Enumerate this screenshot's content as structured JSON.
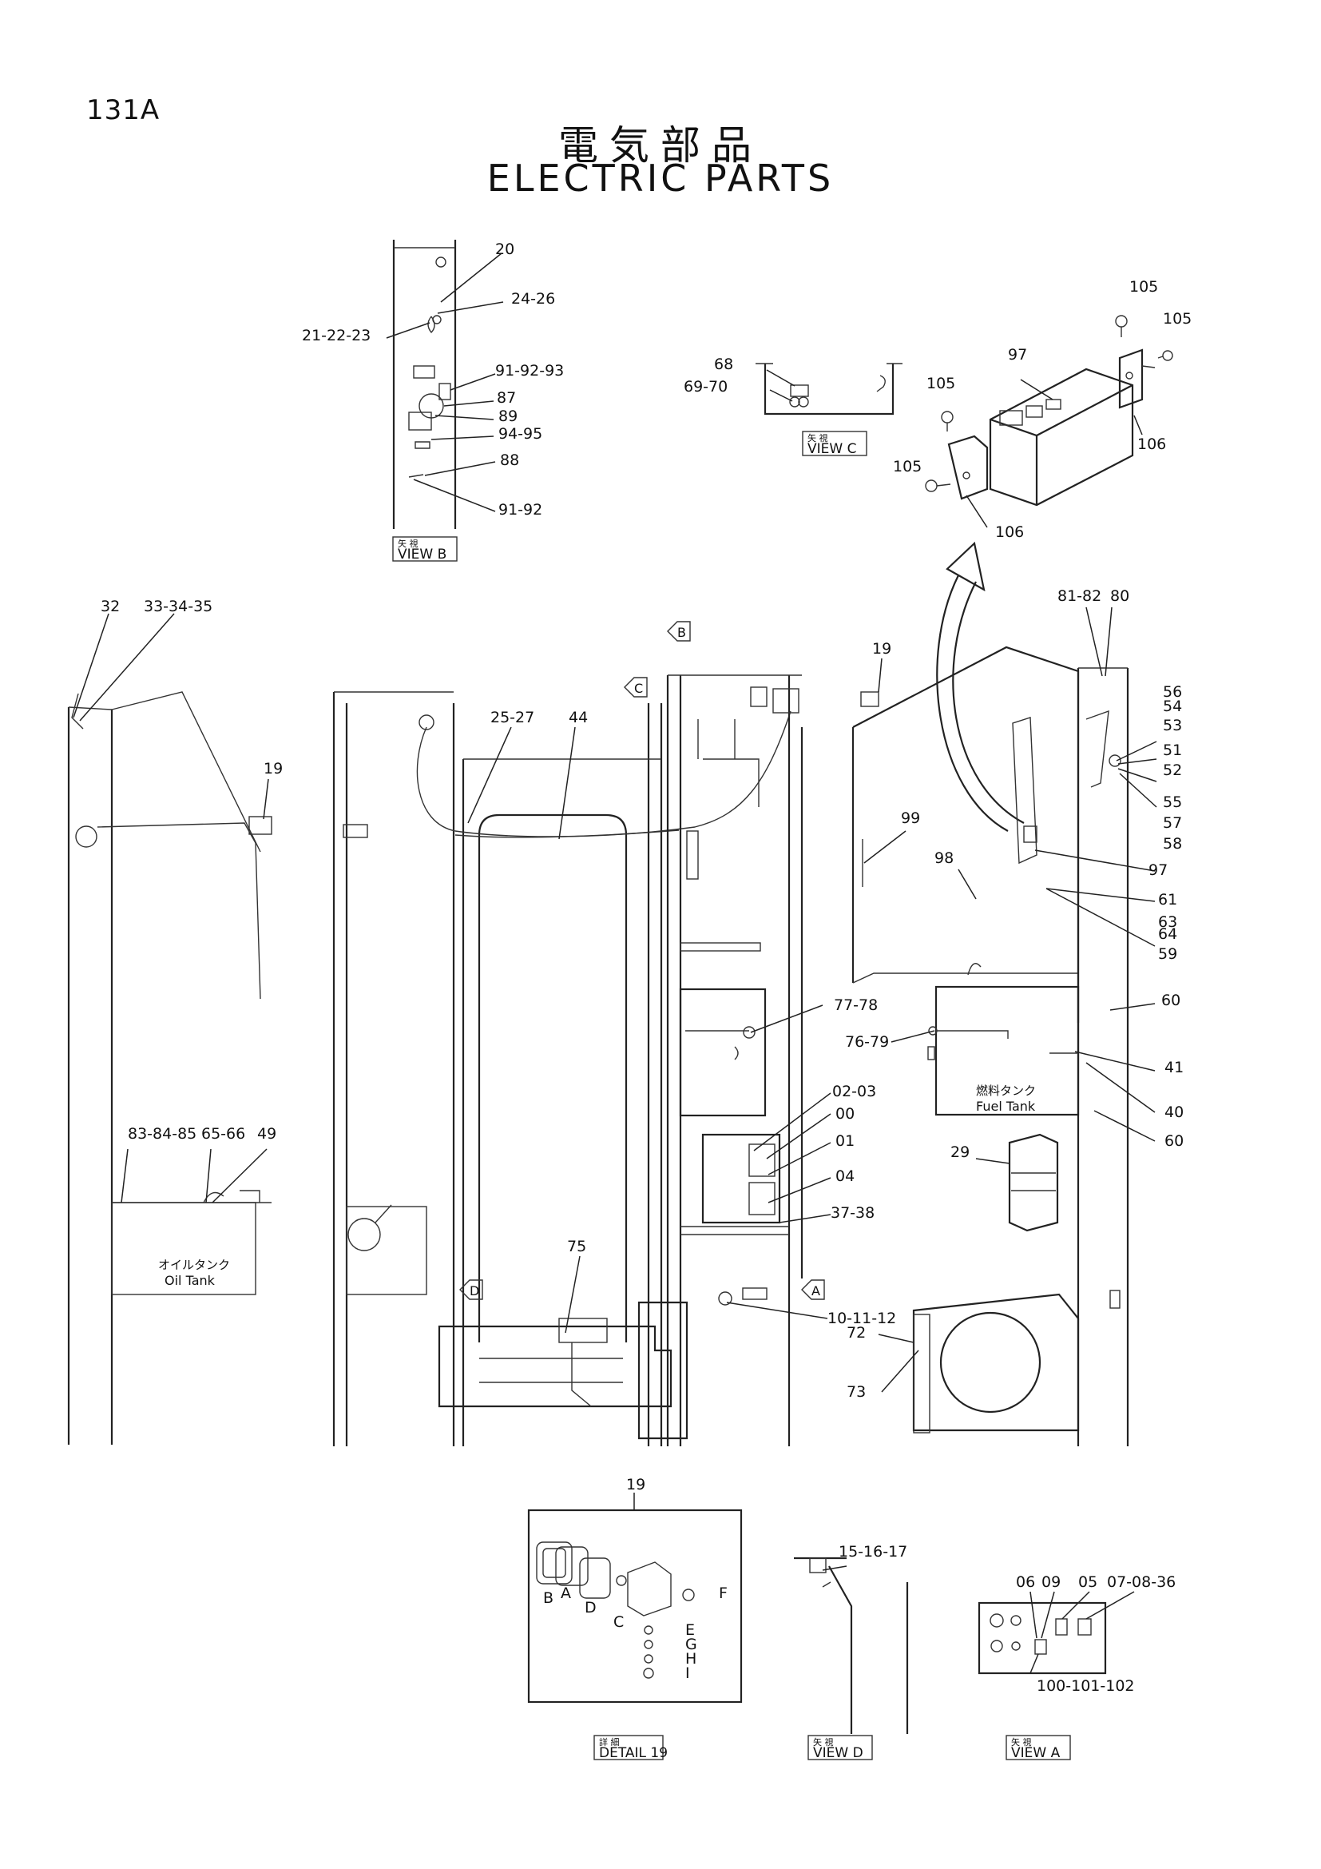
{
  "page_number": "131A",
  "title_jp": "電気部品",
  "title_en": "ELECTRIC PARTS",
  "view_tags": [
    {
      "id": "view-b",
      "small": "矢 視",
      "big": "VIEW  B"
    },
    {
      "id": "view-c",
      "small": "矢 視",
      "big": "VIEW  C"
    },
    {
      "id": "detail-19",
      "small": "詳 細",
      "big": "DETAIL 19"
    },
    {
      "id": "view-d",
      "small": "矢 視",
      "big": "VIEW  D"
    },
    {
      "id": "view-a",
      "small": "矢 視",
      "big": "VIEW  A"
    }
  ],
  "view_markers": [
    {
      "id": "marker-b",
      "letter": "B"
    },
    {
      "id": "marker-c",
      "letter": "C"
    },
    {
      "id": "marker-d",
      "letter": "D"
    },
    {
      "id": "marker-a",
      "letter": "A"
    }
  ],
  "tank_labels": [
    {
      "id": "fuel",
      "jp": "燃料タンク",
      "en": "Fuel Tank"
    },
    {
      "id": "oil",
      "jp": "オイルタンク",
      "en": "Oil Tank"
    }
  ],
  "detail19_letters": [
    "B",
    "A",
    "D",
    "C",
    "F",
    "E",
    "G",
    "H",
    "I"
  ],
  "callouts": [
    "20",
    "24-26",
    "21-22-23",
    "91-92-93",
    "87",
    "89",
    "94-95",
    "88",
    "91-92",
    "68",
    "69-70",
    "105",
    "105",
    "105",
    "105",
    "97",
    "106",
    "106",
    "32",
    "33-34-35",
    "19",
    "25-27",
    "44",
    "19",
    "81-82",
    "80",
    "56",
    "54",
    "53",
    "51",
    "52",
    "55",
    "57",
    "58",
    "99",
    "98",
    "97",
    "61",
    "63",
    "64",
    "59",
    "77-78",
    "76-79",
    "60",
    "41",
    "40",
    "60",
    "02-03",
    "00",
    "01",
    "29",
    "04",
    "37-38",
    "83-84-85",
    "65-66",
    "49",
    "75",
    "10-11-12",
    "72",
    "73",
    "19",
    "15-16-17",
    "06",
    "09",
    "05",
    "07-08-36",
    "100-101-102"
  ]
}
